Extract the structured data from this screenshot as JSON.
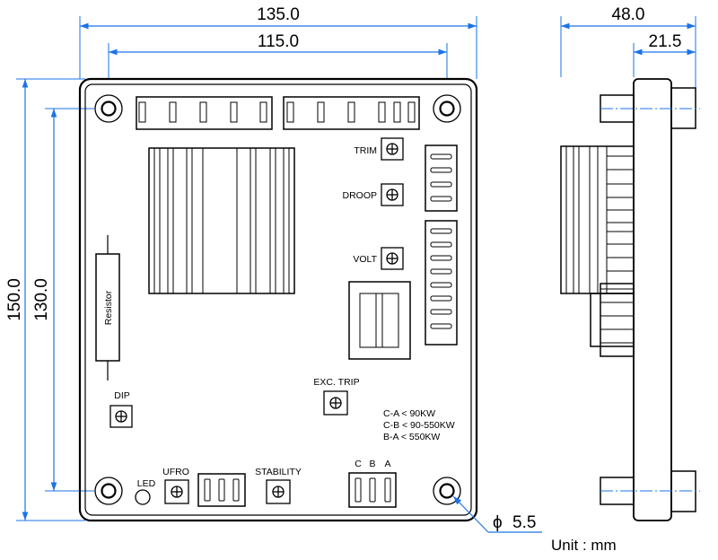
{
  "dimensions": {
    "overall_width": "135.0",
    "hole_spacing_width": "115.0",
    "overall_height": "150.0",
    "hole_spacing_height": "130.0",
    "side_depth": "48.0",
    "side_partial": "21.5",
    "hole_diameter": "5.5",
    "diameter_symbol": "ϕ"
  },
  "labels": {
    "trim": "TRIM",
    "droop": "DROOP",
    "volt": "VOLT",
    "resistor": "Resistor",
    "dip": "DIP",
    "exc_trip": "EXC. TRIP",
    "led": "LED",
    "ufro": "UFRO",
    "stability": "STABILITY",
    "terminal_c": "C",
    "terminal_b": "B",
    "terminal_a": "A"
  },
  "notes": [
    "C-A < 90KW",
    "C-B < 90-550KW",
    "B-A < 550KW"
  ],
  "unit": "Unit : mm",
  "colors": {
    "dimension": "#1a73e8",
    "outline": "#000000"
  }
}
